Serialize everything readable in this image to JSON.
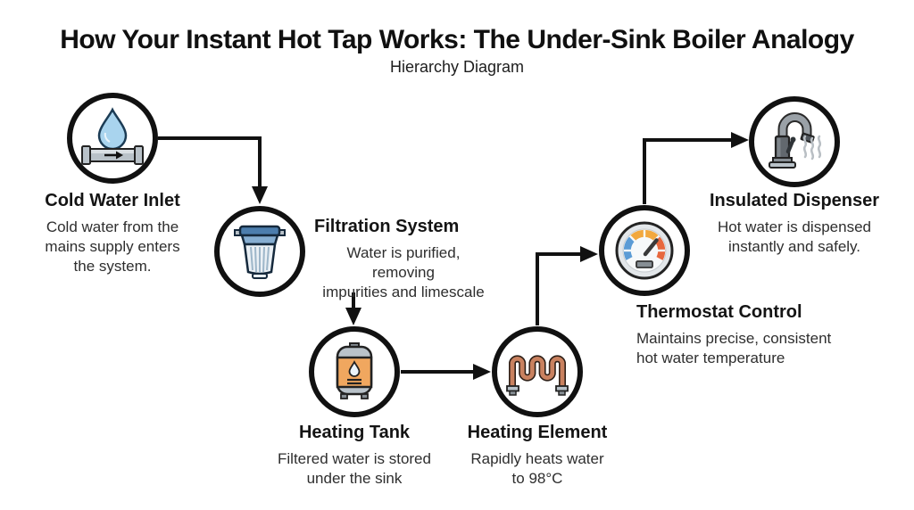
{
  "title": "How Your Instant Hot Tap Works: The Under-Sink Boiler Analogy",
  "subtitle": "Hierarchy Diagram",
  "nodes": [
    {
      "id": "cold-water-inlet",
      "label": "Cold Water Inlet",
      "icon": "water-droplet-pipe-icon",
      "desc": [
        "Cold water from the",
        "mains supply enters",
        "the system."
      ]
    },
    {
      "id": "filtration-system",
      "label": "Filtration System",
      "icon": "water-filter-icon",
      "desc": [
        "Water is purified, removing",
        "impurities and limescale"
      ]
    },
    {
      "id": "heating-tank",
      "label": "Heating Tank",
      "icon": "boiler-tank-icon",
      "desc": [
        "Filtered water is stored",
        "under the sink"
      ]
    },
    {
      "id": "heating-element",
      "label": "Heating Element",
      "icon": "heating-coil-icon",
      "desc": [
        "Rapidly heats water",
        "to 98°C"
      ]
    },
    {
      "id": "thermostat-control",
      "label": "Thermostat Control",
      "icon": "temperature-gauge-icon",
      "desc": [
        "Maintains precise, consistent",
        "hot water temperature"
      ]
    },
    {
      "id": "insulated-dispenser",
      "label": "Insulated Dispenser",
      "icon": "hot-tap-icon",
      "desc": [
        "Hot water is dispensed",
        "instantly and safely."
      ]
    }
  ],
  "connections": [
    {
      "from": "cold-water-inlet",
      "to": "filtration-system"
    },
    {
      "from": "filtration-system",
      "to": "heating-tank"
    },
    {
      "from": "heating-tank",
      "to": "heating-element"
    },
    {
      "from": "heating-element",
      "to": "thermostat-control"
    },
    {
      "from": "thermostat-control",
      "to": "insulated-dispenser"
    }
  ],
  "colors": {
    "ink": "#111111",
    "droplet": "#a9d4ee",
    "metal": "#b9c2c9",
    "metal-dark": "#868e94",
    "filter-blue": "#4c7dad",
    "filter-blue-light": "#86aed2",
    "filter-body": "#eaf0f5",
    "stripe": "#9db6c9",
    "tank-orange": "#f0a75f",
    "coil-copper": "#c9815f",
    "gauge-blue": "#5b9bd5",
    "gauge-orange": "#f2a83e",
    "gauge-red": "#e7683e",
    "steam-grey": "#b9bfc4"
  }
}
